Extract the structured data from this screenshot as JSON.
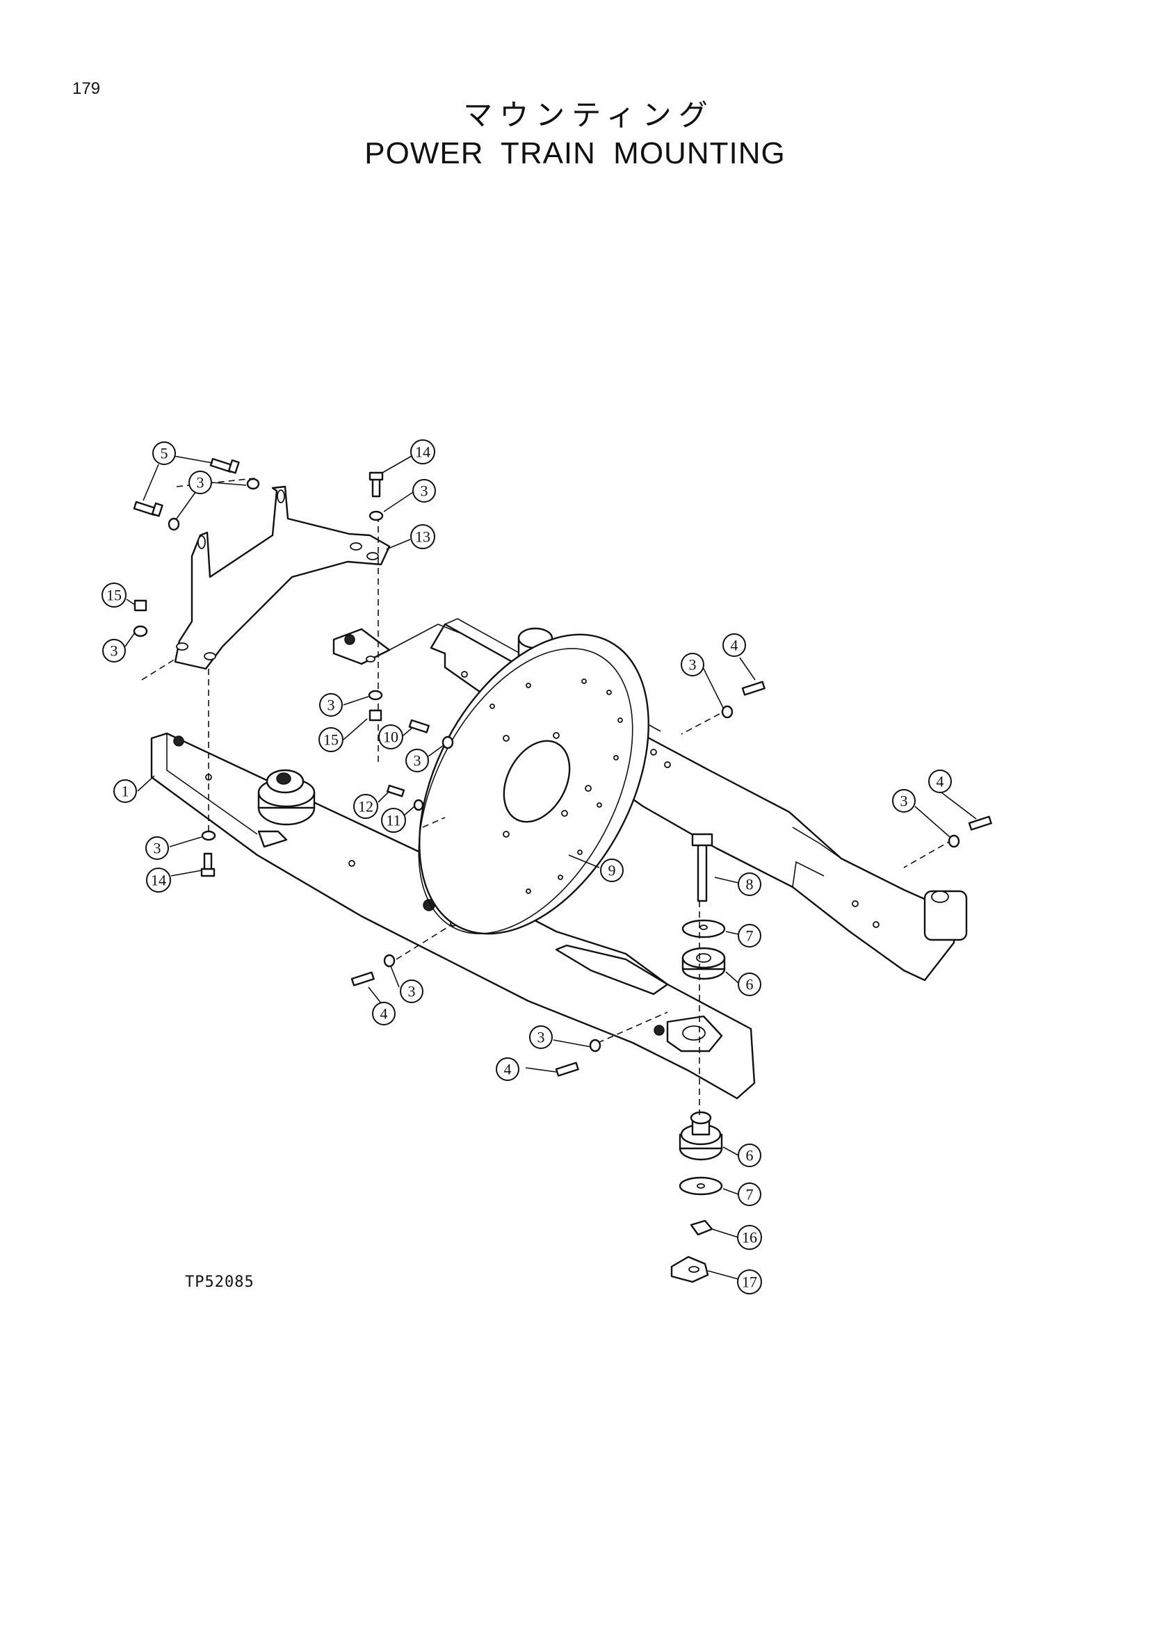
{
  "page_number": "179",
  "title_jp": "マウンティング",
  "title_en": "POWER TRAIN MOUNTING",
  "drawing_code": "TP52085",
  "callouts": [
    "1",
    "3",
    "4",
    "5",
    "6",
    "7",
    "8",
    "9",
    "10",
    "11",
    "12",
    "13",
    "14",
    "15",
    "16",
    "17"
  ]
}
